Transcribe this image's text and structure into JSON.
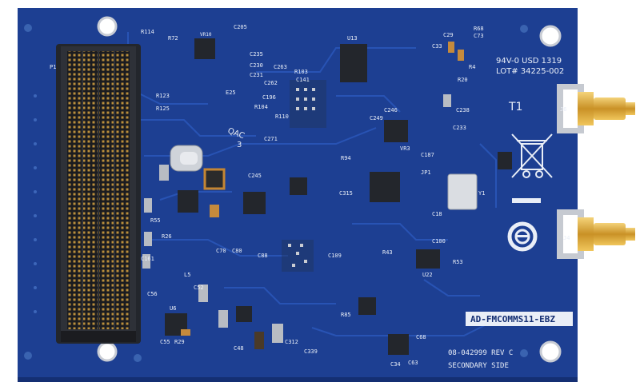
{
  "board": {
    "name_label": "AD-FMCOMMS11-EBZ",
    "part_number": "08-042999 REV C",
    "side_label": "SECONDARY SIDE",
    "cert_line": "94V-0 USD 1319",
    "lot_line": "LOT# 34225-002",
    "qac_label": "QAC",
    "qac_number": "3",
    "t1_label": "T1",
    "connector_j6": "J6",
    "connector_j4": "J4",
    "header_p1": "P1"
  },
  "components": {
    "r114": "R114",
    "r72": "R72",
    "c205": "C205",
    "vr10": "VR10",
    "c235": "C235",
    "c230": "C230",
    "c263": "C263",
    "c231": "C231",
    "c262": "C262",
    "e25": "E25",
    "c196": "C196",
    "r103": "R103",
    "c141": "C141",
    "r104": "R104",
    "r110": "R110",
    "c271": "C271",
    "u13": "U13",
    "c233": "C233",
    "c238": "C238",
    "c246": "C246",
    "c249": "C249",
    "vr3": "VR3",
    "r94": "R94",
    "c245": "C245",
    "c187": "C187",
    "jp1": "JP1",
    "y1": "Y1",
    "c18": "C18",
    "c315": "C315",
    "r55": "R55",
    "r26": "R26",
    "c161": "C161",
    "c70": "C70",
    "c80": "C80",
    "c88": "C88",
    "c109": "C109",
    "c100": "C100",
    "r43": "R43",
    "u22": "U22",
    "r53": "R53",
    "l5": "L5",
    "c52": "C52",
    "u6": "U6",
    "c56": "C56",
    "c55": "C55",
    "r29": "R29",
    "c48": "C48",
    "c312": "C312",
    "c339": "C339",
    "r85": "R85",
    "c68": "C68",
    "c34": "C34",
    "c63": "C63",
    "c73": "C73",
    "r68": "R68",
    "r20": "R20",
    "c29": "C29",
    "c33": "C33",
    "r4": "R4",
    "r125": "R125",
    "r123": "R123"
  },
  "colors": {
    "pcb": "#1d3f92",
    "pcb_dark": "#142f73",
    "trace": "#2a56b8",
    "silkscreen": "#e9eef7",
    "gold": "#d9a632",
    "chip": "#23262c"
  }
}
